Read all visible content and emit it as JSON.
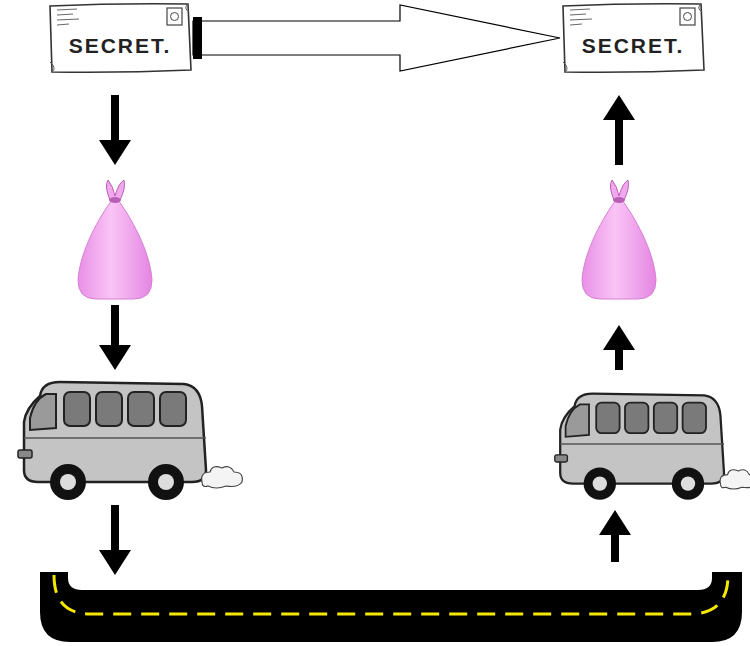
{
  "diagram": {
    "nodes": [
      {
        "text": [
          "SECRET."
        ]
      },
      {
        "text": [
          "SECRET."
        ]
      }
    ],
    "edges": [
      {
        "from": 0,
        "to": 1,
        "arrow": "to"
      }
    ]
  }
}
